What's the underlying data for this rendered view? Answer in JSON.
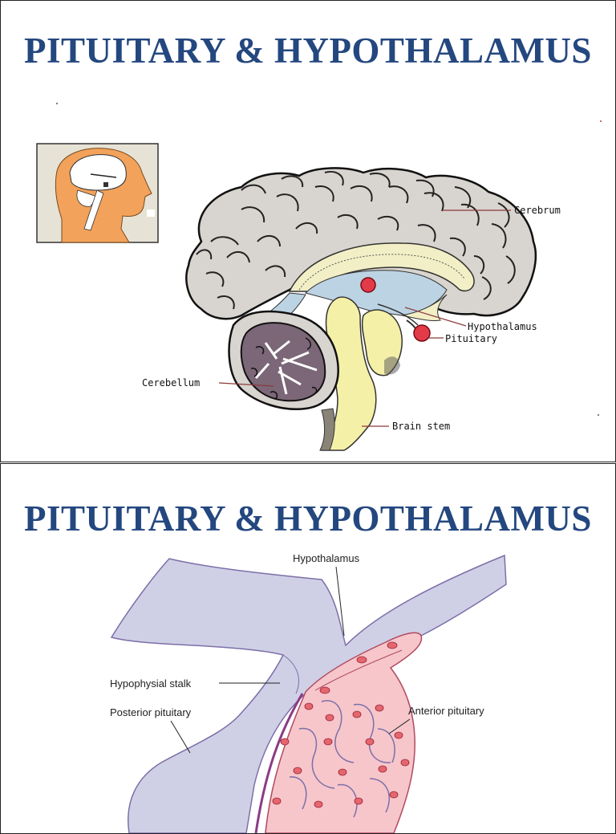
{
  "slides": [
    {
      "title": "PITUITARY & HYPOTHALAMUS",
      "labels": {
        "cerebrum": "Cerebrum",
        "hypothalamus": "Hypothalamus",
        "pituitary": "Pituitary",
        "cerebellum": "Cerebellum",
        "brain_stem": "Brain stem"
      }
    },
    {
      "title": "PITUITARY & HYPOTHALAMUS",
      "labels": {
        "hypothalamus": "Hypothalamus",
        "hypophysial_stalk": "Hypophysial stalk",
        "posterior_pituitary": "Posterior pituitary",
        "anterior_pituitary": "Anterior pituitary"
      }
    }
  ]
}
